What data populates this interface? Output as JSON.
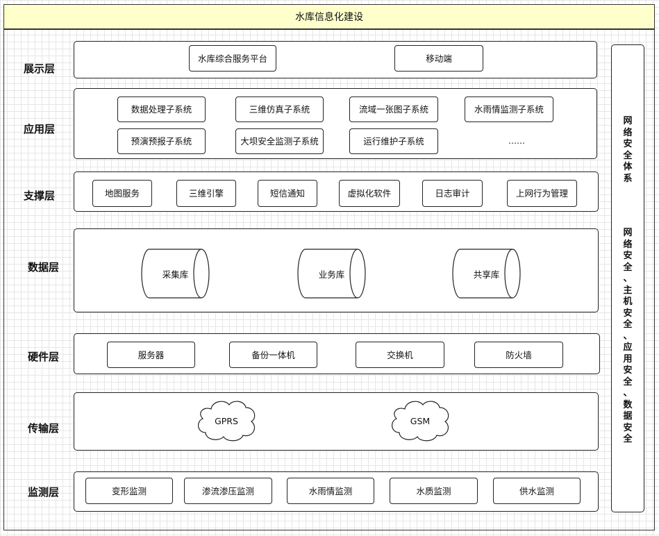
{
  "title": "水库信息化建设",
  "layers": {
    "display": {
      "label": "展示层",
      "items": [
        "水库综合服务平台",
        "移动端"
      ]
    },
    "application": {
      "label": "应用层",
      "items": [
        "数据处理子系统",
        "三维仿真子系统",
        "流域一张图子系统",
        "水雨情监测子系统",
        "预演预报子系统",
        "大坝安全监测子系统",
        "运行维护子系统"
      ],
      "more": "……"
    },
    "support": {
      "label": "支撑层",
      "items": [
        "地图服务",
        "三维引擎",
        "短信通知",
        "虚拟化软件",
        "日志审计",
        "上网行为管理"
      ]
    },
    "data": {
      "label": "数据层",
      "items": [
        "采集库",
        "业务库",
        "共享库"
      ]
    },
    "hardware": {
      "label": "硬件层",
      "items": [
        "服务器",
        "备份一体机",
        "交换机",
        "防火墙"
      ]
    },
    "transport": {
      "label": "传输层",
      "items": [
        "GPRS",
        "GSM"
      ]
    },
    "monitoring": {
      "label": "监测层",
      "items": [
        "变形监测",
        "渗流渗压监测",
        "水雨情监测",
        "水质监测",
        "供水监测"
      ]
    }
  },
  "security": {
    "title": "网络安全体系",
    "detail": "网络安全、主机安全、应用安全、数据安全"
  }
}
